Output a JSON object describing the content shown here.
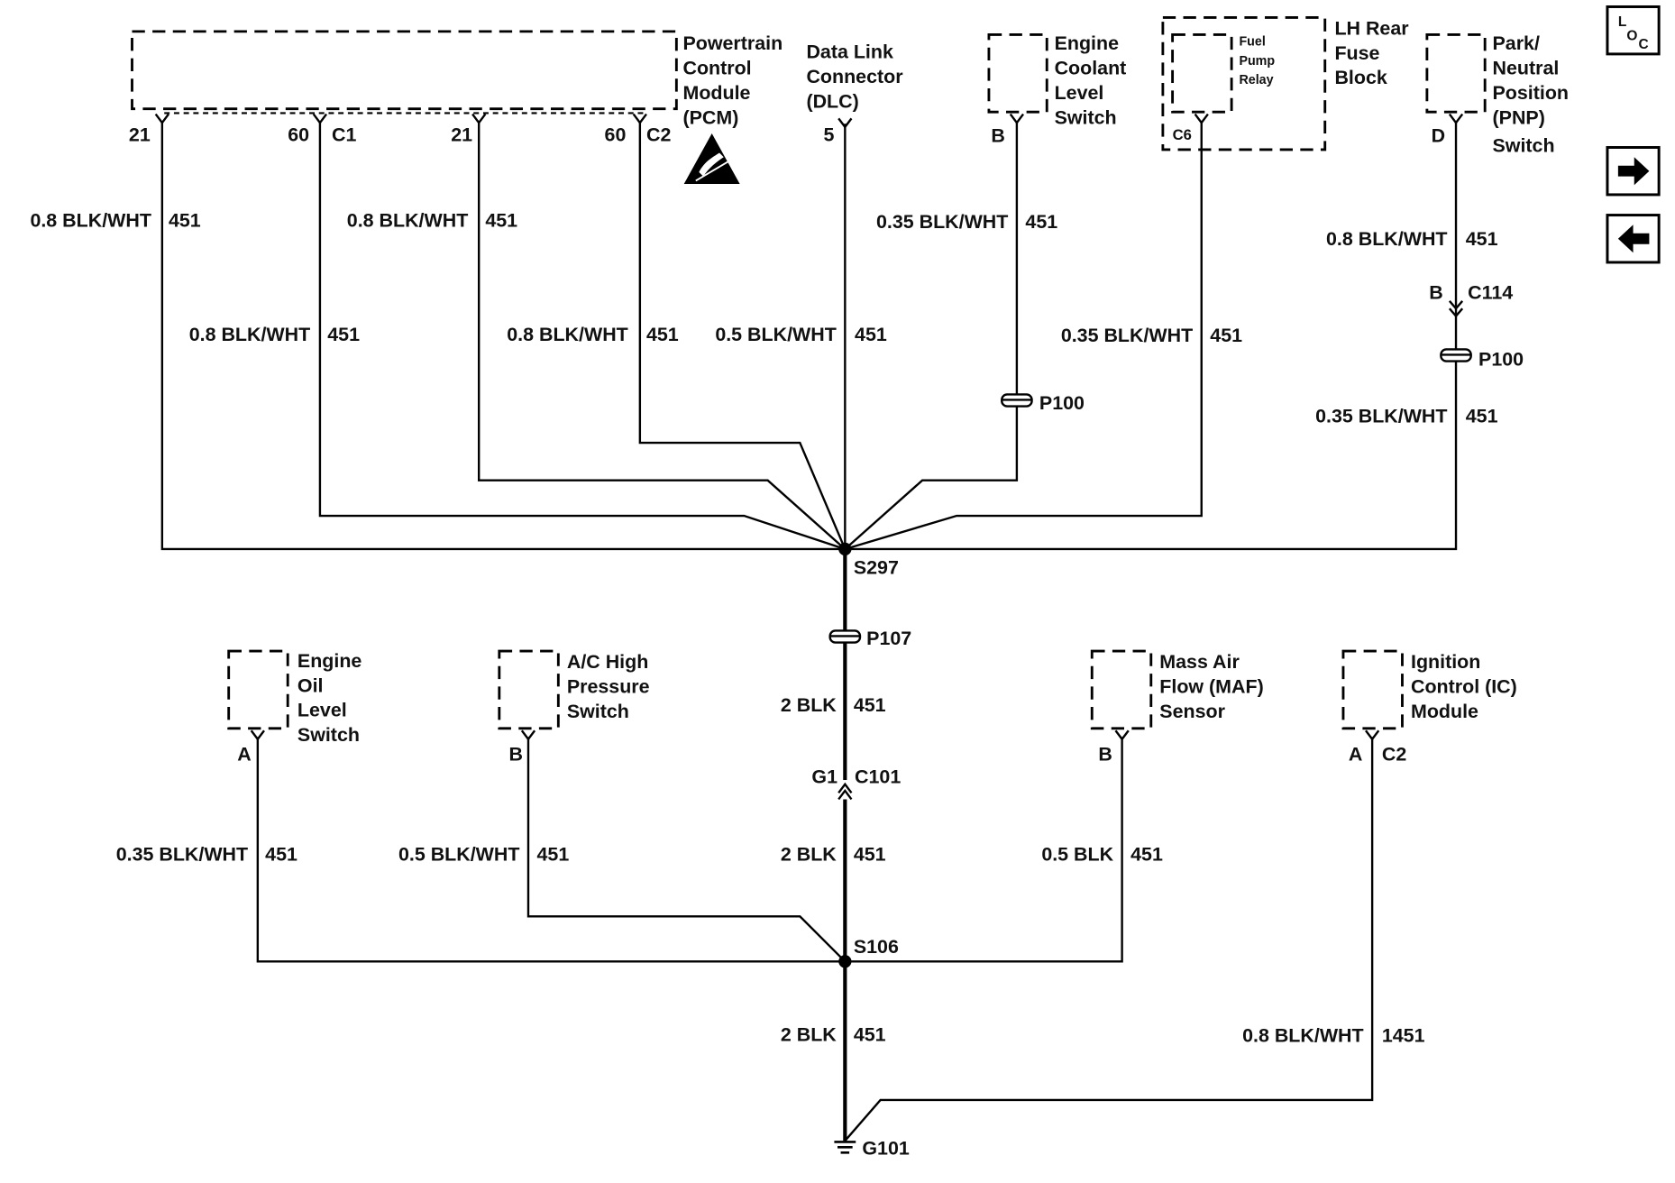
{
  "components": {
    "pcm": [
      "Powertrain",
      "Control",
      "Module",
      "(PCM)"
    ],
    "dlc": [
      "Data Link",
      "Connector",
      "(DLC)"
    ],
    "coolant": [
      "Engine",
      "Coolant",
      "Level",
      "Switch"
    ],
    "fuse_block": [
      "LH Rear",
      "Fuse",
      "Block"
    ],
    "fuel_pump_relay": [
      "Fuel",
      "Pump",
      "Relay"
    ],
    "pnp": [
      "Park/",
      "Neutral",
      "Position",
      "(PNP)",
      "Switch"
    ],
    "oil": [
      "Engine",
      "Oil",
      "Level",
      "Switch"
    ],
    "ac": [
      "A/C High",
      "Pressure",
      "Switch"
    ],
    "maf": [
      "Mass Air",
      "Flow (MAF)",
      "Sensor"
    ],
    "ic": [
      "Ignition",
      "Control (IC)",
      "Module"
    ]
  },
  "pins": {
    "pcm_c1_21": "21",
    "pcm_c1_60": "60",
    "pcm_c1": "C1",
    "pcm_c2_21": "21",
    "pcm_c2_60": "60",
    "pcm_c2": "C2",
    "dlc": "5",
    "coolant": "B",
    "relay": "C6",
    "pnp": "D",
    "oil": "A",
    "ac": "B",
    "maf": "B",
    "ic": "A",
    "ic_conn": "C2"
  },
  "wires": {
    "w1": {
      "spec": "0.8 BLK/WHT",
      "circuit": "451"
    },
    "w2": {
      "spec": "0.8 BLK/WHT",
      "circuit": "451"
    },
    "w3": {
      "spec": "0.8 BLK/WHT",
      "circuit": "451"
    },
    "w4": {
      "spec": "0.8 BLK/WHT",
      "circuit": "451"
    },
    "w5": {
      "spec": "0.5 BLK/WHT",
      "circuit": "451"
    },
    "w6": {
      "spec": "0.35 BLK/WHT",
      "circuit": "451"
    },
    "w7": {
      "spec": "0.35 BLK/WHT",
      "circuit": "451"
    },
    "w8a": {
      "spec": "0.8 BLK/WHT",
      "circuit": "451"
    },
    "w8b": {
      "spec": "0.35 BLK/WHT",
      "circuit": "451"
    },
    "trunk1": {
      "spec": "2 BLK",
      "circuit": "451"
    },
    "trunk2": {
      "spec": "2 BLK",
      "circuit": "451"
    },
    "trunk3": {
      "spec": "2 BLK",
      "circuit": "451"
    },
    "oil": {
      "spec": "0.35 BLK/WHT",
      "circuit": "451"
    },
    "ac": {
      "spec": "0.5 BLK/WHT",
      "circuit": "451"
    },
    "maf": {
      "spec": "0.5 BLK",
      "circuit": "451"
    },
    "ic": {
      "spec": "0.8 BLK/WHT",
      "circuit": "1451"
    }
  },
  "connectors": {
    "c114_pin": "B",
    "c114": "C114",
    "c101_pin": "G1",
    "c101": "C101"
  },
  "pass_throughs": {
    "p100_coolant": "P100",
    "p100_pnp": "P100",
    "p107": "P107"
  },
  "splices": {
    "s297": "S297",
    "s106": "S106"
  },
  "ground": {
    "g101": "G101"
  },
  "nav": {
    "loc_main": "L",
    "loc_sub1": "O",
    "loc_sub2": "C",
    "next_icon": "arrow-right-icon",
    "prev_icon": "arrow-left-icon"
  }
}
